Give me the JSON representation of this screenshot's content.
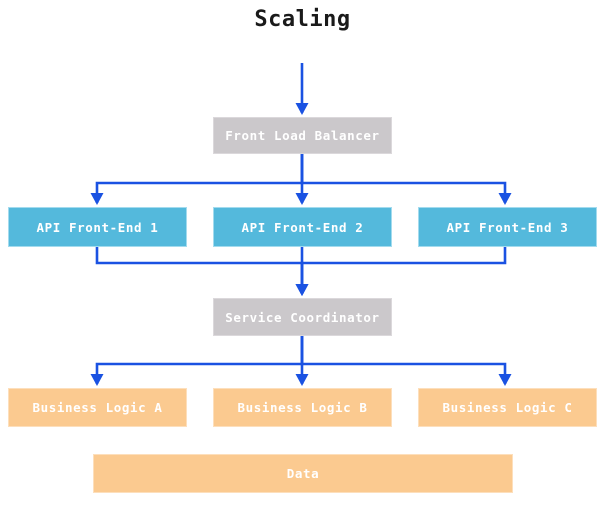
{
  "title": "Scaling",
  "nodes": {
    "front_load_balancer": {
      "label": "Front Load Balancer",
      "type": "gray"
    },
    "api_front_end_1": {
      "label": "API Front-End 1",
      "type": "blue"
    },
    "api_front_end_2": {
      "label": "API Front-End 2",
      "type": "blue"
    },
    "api_front_end_3": {
      "label": "API Front-End 3",
      "type": "blue"
    },
    "service_coordinator": {
      "label": "Service Coordinator",
      "type": "gray"
    },
    "business_logic_a": {
      "label": "Business Logic A",
      "type": "orange"
    },
    "business_logic_b": {
      "label": "Business Logic B",
      "type": "orange"
    },
    "business_logic_c": {
      "label": "Business Logic C",
      "type": "orange"
    },
    "data": {
      "label": "Data",
      "type": "orange"
    }
  },
  "edges": [
    {
      "from": "title",
      "to": "front_load_balancer"
    },
    {
      "from": "front_load_balancer",
      "to": "api_front_end_1"
    },
    {
      "from": "front_load_balancer",
      "to": "api_front_end_2"
    },
    {
      "from": "front_load_balancer",
      "to": "api_front_end_3"
    },
    {
      "from": "api_front_end_1",
      "to": "service_coordinator"
    },
    {
      "from": "api_front_end_2",
      "to": "service_coordinator"
    },
    {
      "from": "api_front_end_3",
      "to": "service_coordinator"
    },
    {
      "from": "service_coordinator",
      "to": "business_logic_a"
    },
    {
      "from": "service_coordinator",
      "to": "business_logic_b"
    },
    {
      "from": "service_coordinator",
      "to": "business_logic_c"
    }
  ],
  "colors": {
    "node_gray": "#cbc8cb",
    "node_blue": "#54b9dc",
    "node_orange": "#fbca90",
    "edge_blue": "#1a52e2",
    "node_text": "#ffffff",
    "title_text": "#1a1a1a"
  }
}
